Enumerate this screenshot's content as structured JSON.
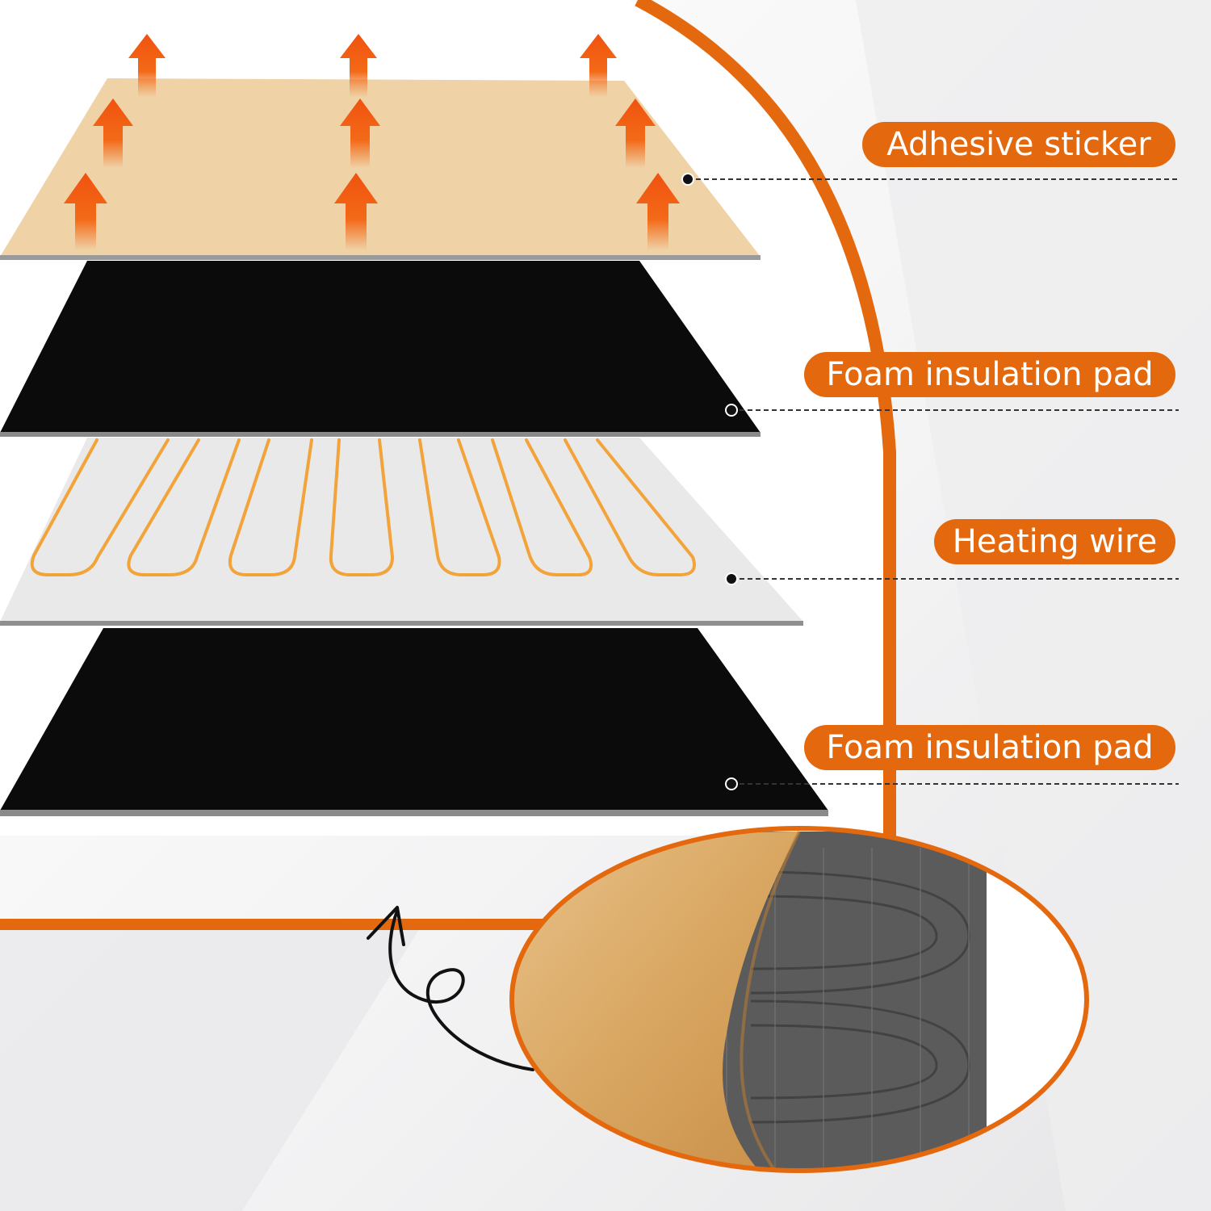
{
  "colors": {
    "accent": "#e4690e",
    "label_bg": "#e4690e",
    "label_text": "#ffffff",
    "sticker": "#efd2a6",
    "foam": "#0b0b0b",
    "wire_layer": "#e9e9ea",
    "wire": "#f2a33a",
    "backing_paper": "#d9a560",
    "backing_foam": "#5a5a5a"
  },
  "layers": [
    {
      "label": "Adhesive sticker",
      "color": "#efd2a6"
    },
    {
      "label": "Foam insulation pad",
      "color": "#0b0b0b"
    },
    {
      "label": "Heating wire",
      "color": "#e9e9ea"
    },
    {
      "label": "Foam insulation pad",
      "color": "#0b0b0b"
    }
  ],
  "icons": {
    "heat": "upward-arrow-icon",
    "pointer": "curly-arrow-icon"
  }
}
